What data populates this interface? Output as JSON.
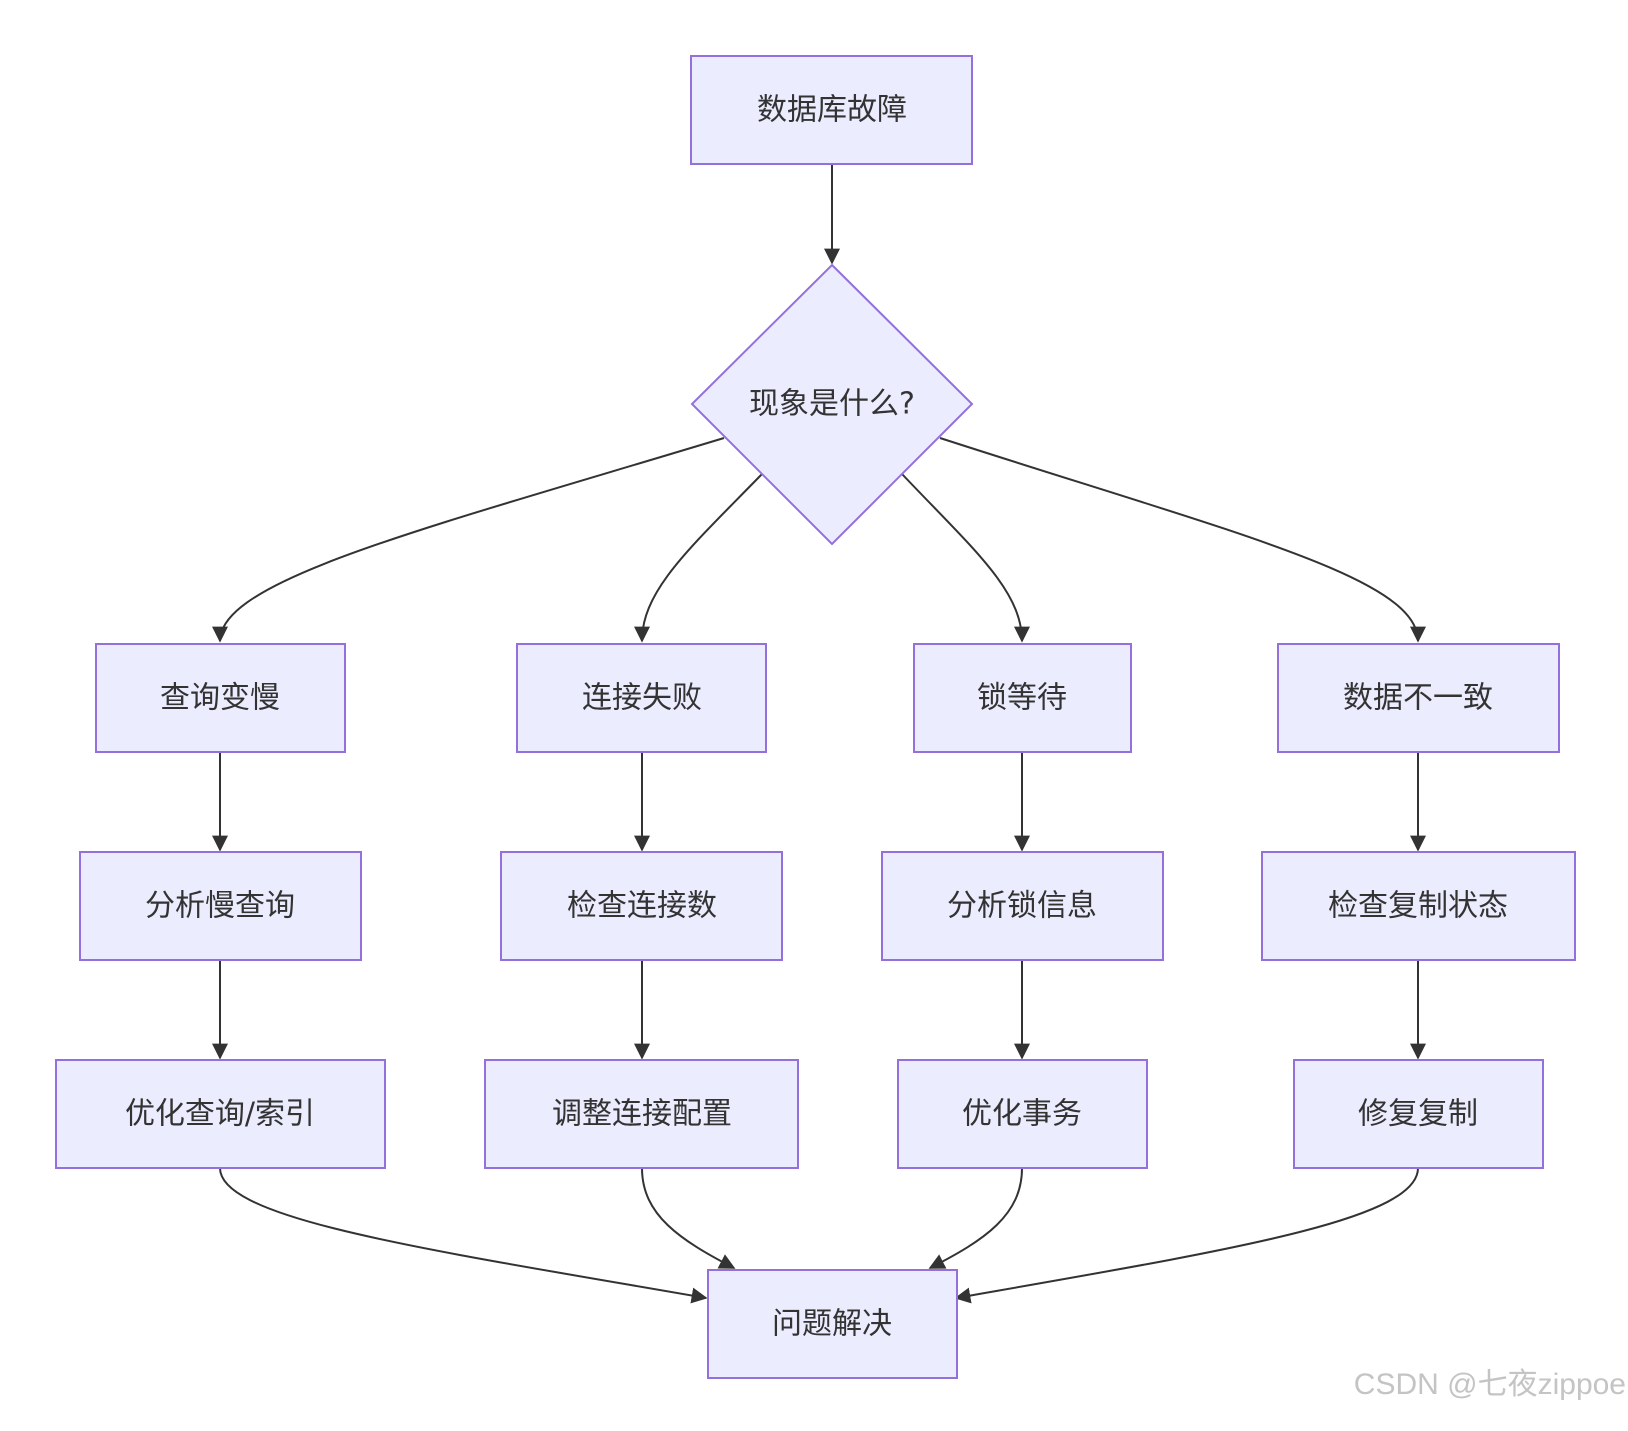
{
  "colors": {
    "node_fill": "#ECECFF",
    "node_stroke": "#9370DB",
    "edge": "#333333",
    "text": "#333333",
    "watermark": "#c4c4c4"
  },
  "nodes": {
    "start": "数据库故障",
    "decision": "现象是什么?",
    "b1_step1": "查询变慢",
    "b1_step2": "分析慢查询",
    "b1_step3": "优化查询/索引",
    "b2_step1": "连接失败",
    "b2_step2": "检查连接数",
    "b2_step3": "调整连接配置",
    "b3_step1": "锁等待",
    "b3_step2": "分析锁信息",
    "b3_step3": "优化事务",
    "b4_step1": "数据不一致",
    "b4_step2": "检查复制状态",
    "b4_step3": "修复复制",
    "end": "问题解决"
  },
  "edges": [
    {
      "from": "start",
      "to": "decision"
    },
    {
      "from": "decision",
      "to": "b1_step1"
    },
    {
      "from": "decision",
      "to": "b2_step1"
    },
    {
      "from": "decision",
      "to": "b3_step1"
    },
    {
      "from": "decision",
      "to": "b4_step1"
    },
    {
      "from": "b1_step1",
      "to": "b1_step2"
    },
    {
      "from": "b1_step2",
      "to": "b1_step3"
    },
    {
      "from": "b2_step1",
      "to": "b2_step2"
    },
    {
      "from": "b2_step2",
      "to": "b2_step3"
    },
    {
      "from": "b3_step1",
      "to": "b3_step2"
    },
    {
      "from": "b3_step2",
      "to": "b3_step3"
    },
    {
      "from": "b4_step1",
      "to": "b4_step2"
    },
    {
      "from": "b4_step2",
      "to": "b4_step3"
    },
    {
      "from": "b1_step3",
      "to": "end"
    },
    {
      "from": "b2_step3",
      "to": "end"
    },
    {
      "from": "b3_step3",
      "to": "end"
    },
    {
      "from": "b4_step3",
      "to": "end"
    }
  ],
  "watermark": "CSDN @七夜zippoe"
}
